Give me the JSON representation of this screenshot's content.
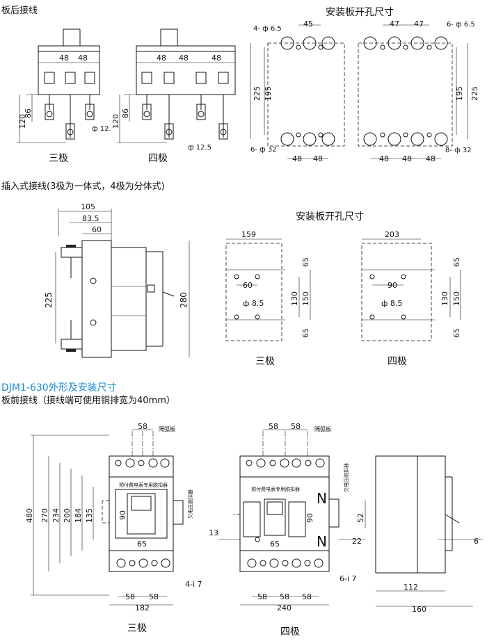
{
  "section1": {
    "title": "板后接线",
    "panel_title": "安装板开孔尺寸",
    "three_pole": {
      "caption": "三极",
      "dims": [
        "48",
        "48",
        "86",
        "120",
        "ф 12."
      ]
    },
    "four_pole": {
      "caption": "四极",
      "dims": [
        "48",
        "48",
        "48",
        "86",
        "120",
        "ф 12.5"
      ]
    },
    "holes_3": {
      "dims": [
        "4- ф 6.5",
        "45",
        "225",
        "195",
        "6- ф 32",
        "48",
        "48"
      ]
    },
    "holes_4": {
      "dims": [
        "47",
        "47",
        "6- ф 6.5",
        "195",
        "225",
        "8- ф 32",
        "48",
        "48",
        "48"
      ]
    }
  },
  "section2": {
    "title": "插入式接线(3极为一体式，4极为分体式)",
    "panel_title": "安装板开孔尺寸",
    "side": {
      "dims": [
        "105",
        "83.5",
        "60",
        "225",
        "280"
      ]
    },
    "three_pole": {
      "caption": "三极",
      "dims": [
        "159",
        "65",
        "60",
        "ф 8.5",
        "130",
        "150",
        "65"
      ]
    },
    "four_pole": {
      "caption": "四极",
      "dims": [
        "203",
        "65",
        "90",
        "ф 8.5",
        "130",
        "150",
        "65"
      ]
    }
  },
  "section3": {
    "heading": "DJM1-630外形及安装尺寸",
    "subtitle": "板前接线（接线端可使用铜排宽为40mm）",
    "three_pole": {
      "caption": "三极",
      "label_panel": "预付费电表专用脱扣器",
      "label_arc": "隔弧板",
      "label_side": "欠电压脱扣器",
      "dims": [
        "58",
        "480",
        "270",
        "234",
        "200",
        "184",
        "135",
        "90",
        "65",
        "4-i 7",
        "58",
        "58",
        "182"
      ]
    },
    "four_pole": {
      "caption": "四极",
      "label_panel": "预付费电表专用脱扣器",
      "label_arc": "隔弧板",
      "label_side": "欠电压脱扣器",
      "n_top": "N",
      "n_bottom": "N",
      "dims": [
        "58",
        "58",
        "90",
        "52",
        "13",
        "65",
        "22",
        "6-i 7",
        "58",
        "58",
        "58",
        "240"
      ]
    },
    "side": {
      "dims": [
        "6",
        "112",
        "160"
      ]
    }
  }
}
